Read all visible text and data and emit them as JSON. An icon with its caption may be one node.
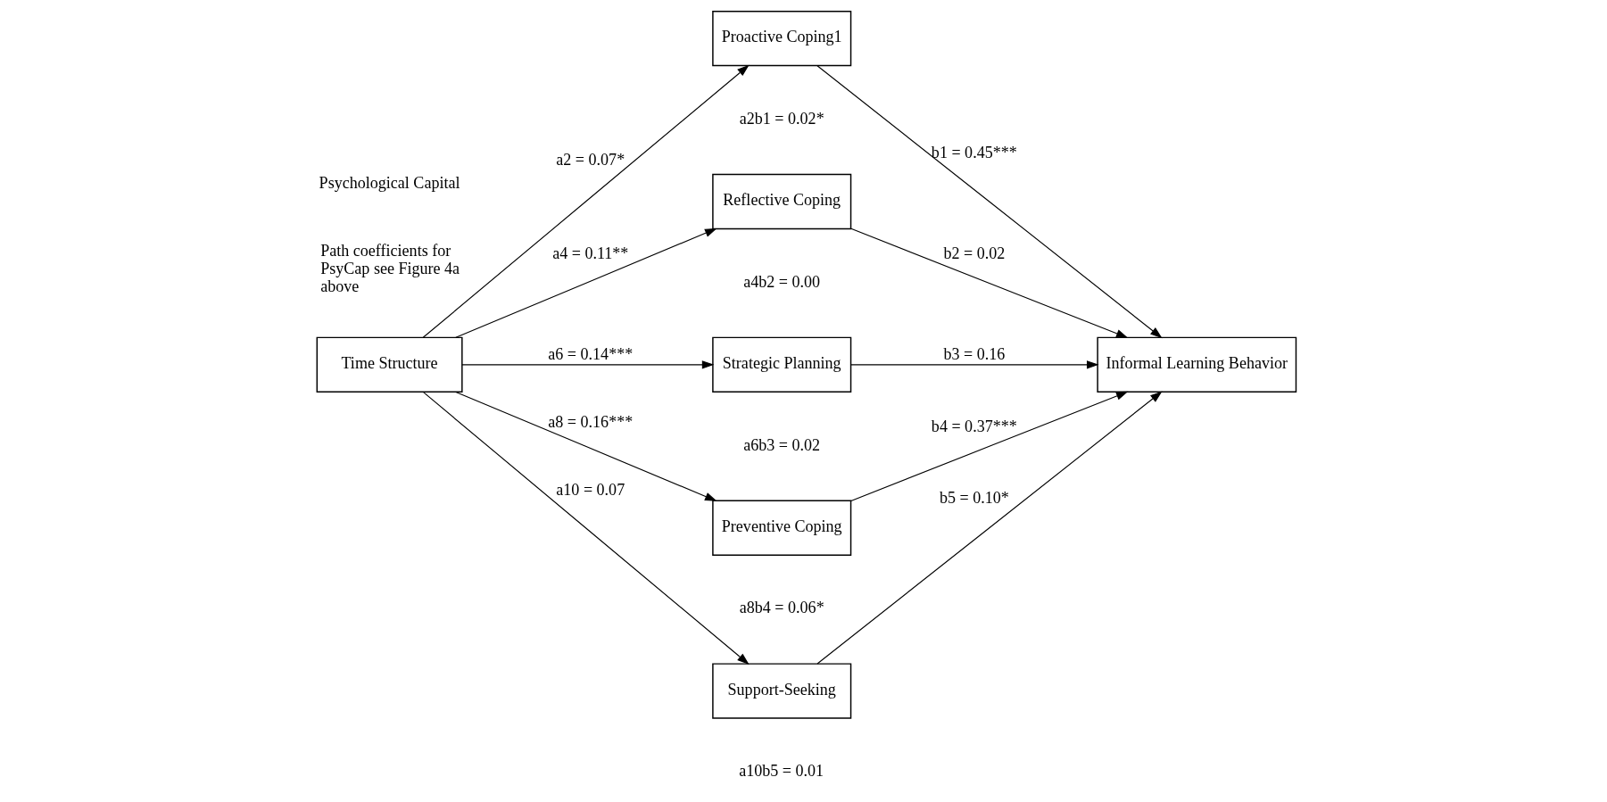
{
  "diagram": {
    "nodes": [
      {
        "text": [
          "Time Structure"
        ]
      },
      {
        "text": [
          "Proactive Coping1"
        ]
      },
      {
        "text": [
          "Reflective Coping"
        ]
      },
      {
        "text": [
          "Strategic Planning"
        ]
      },
      {
        "text": [
          "Preventive Coping"
        ]
      },
      {
        "text": [
          "Support-Seeking"
        ]
      },
      {
        "text": [
          "Informal Learning Behavior"
        ]
      }
    ],
    "edges": [
      {
        "from": 0,
        "to": 1,
        "arrow": "to",
        "label": "a2 = 0.07*"
      },
      {
        "from": 0,
        "to": 2,
        "arrow": "to",
        "label": "a4 = 0.11**"
      },
      {
        "from": 0,
        "to": 3,
        "arrow": "to",
        "label": "a6 = 0.14***"
      },
      {
        "from": 0,
        "to": 4,
        "arrow": "to",
        "label": "a8 = 0.16***"
      },
      {
        "from": 0,
        "to": 5,
        "arrow": "to",
        "label": "a10 = 0.07"
      },
      {
        "from": 1,
        "to": 6,
        "arrow": "to",
        "label": "b1 = 0.45***"
      },
      {
        "from": 2,
        "to": 6,
        "arrow": "to",
        "label": "b2 = 0.02"
      },
      {
        "from": 3,
        "to": 6,
        "arrow": "to",
        "label": "b3 = 0.16"
      },
      {
        "from": 4,
        "to": 6,
        "arrow": "to",
        "label": "b4 = 0.37***"
      },
      {
        "from": 5,
        "to": 6,
        "arrow": "to",
        "label": "b5 = 0.10*"
      }
    ],
    "labels": [
      "Psychological Capital",
      "Path coefficients for PsyCap see Figure 4a above",
      "a2b1 = 0.02*",
      "a4b2 = 0.00",
      "a6b3 = 0.02",
      "a8b4 = 0.06*",
      "a10b5 = 0.01"
    ]
  }
}
